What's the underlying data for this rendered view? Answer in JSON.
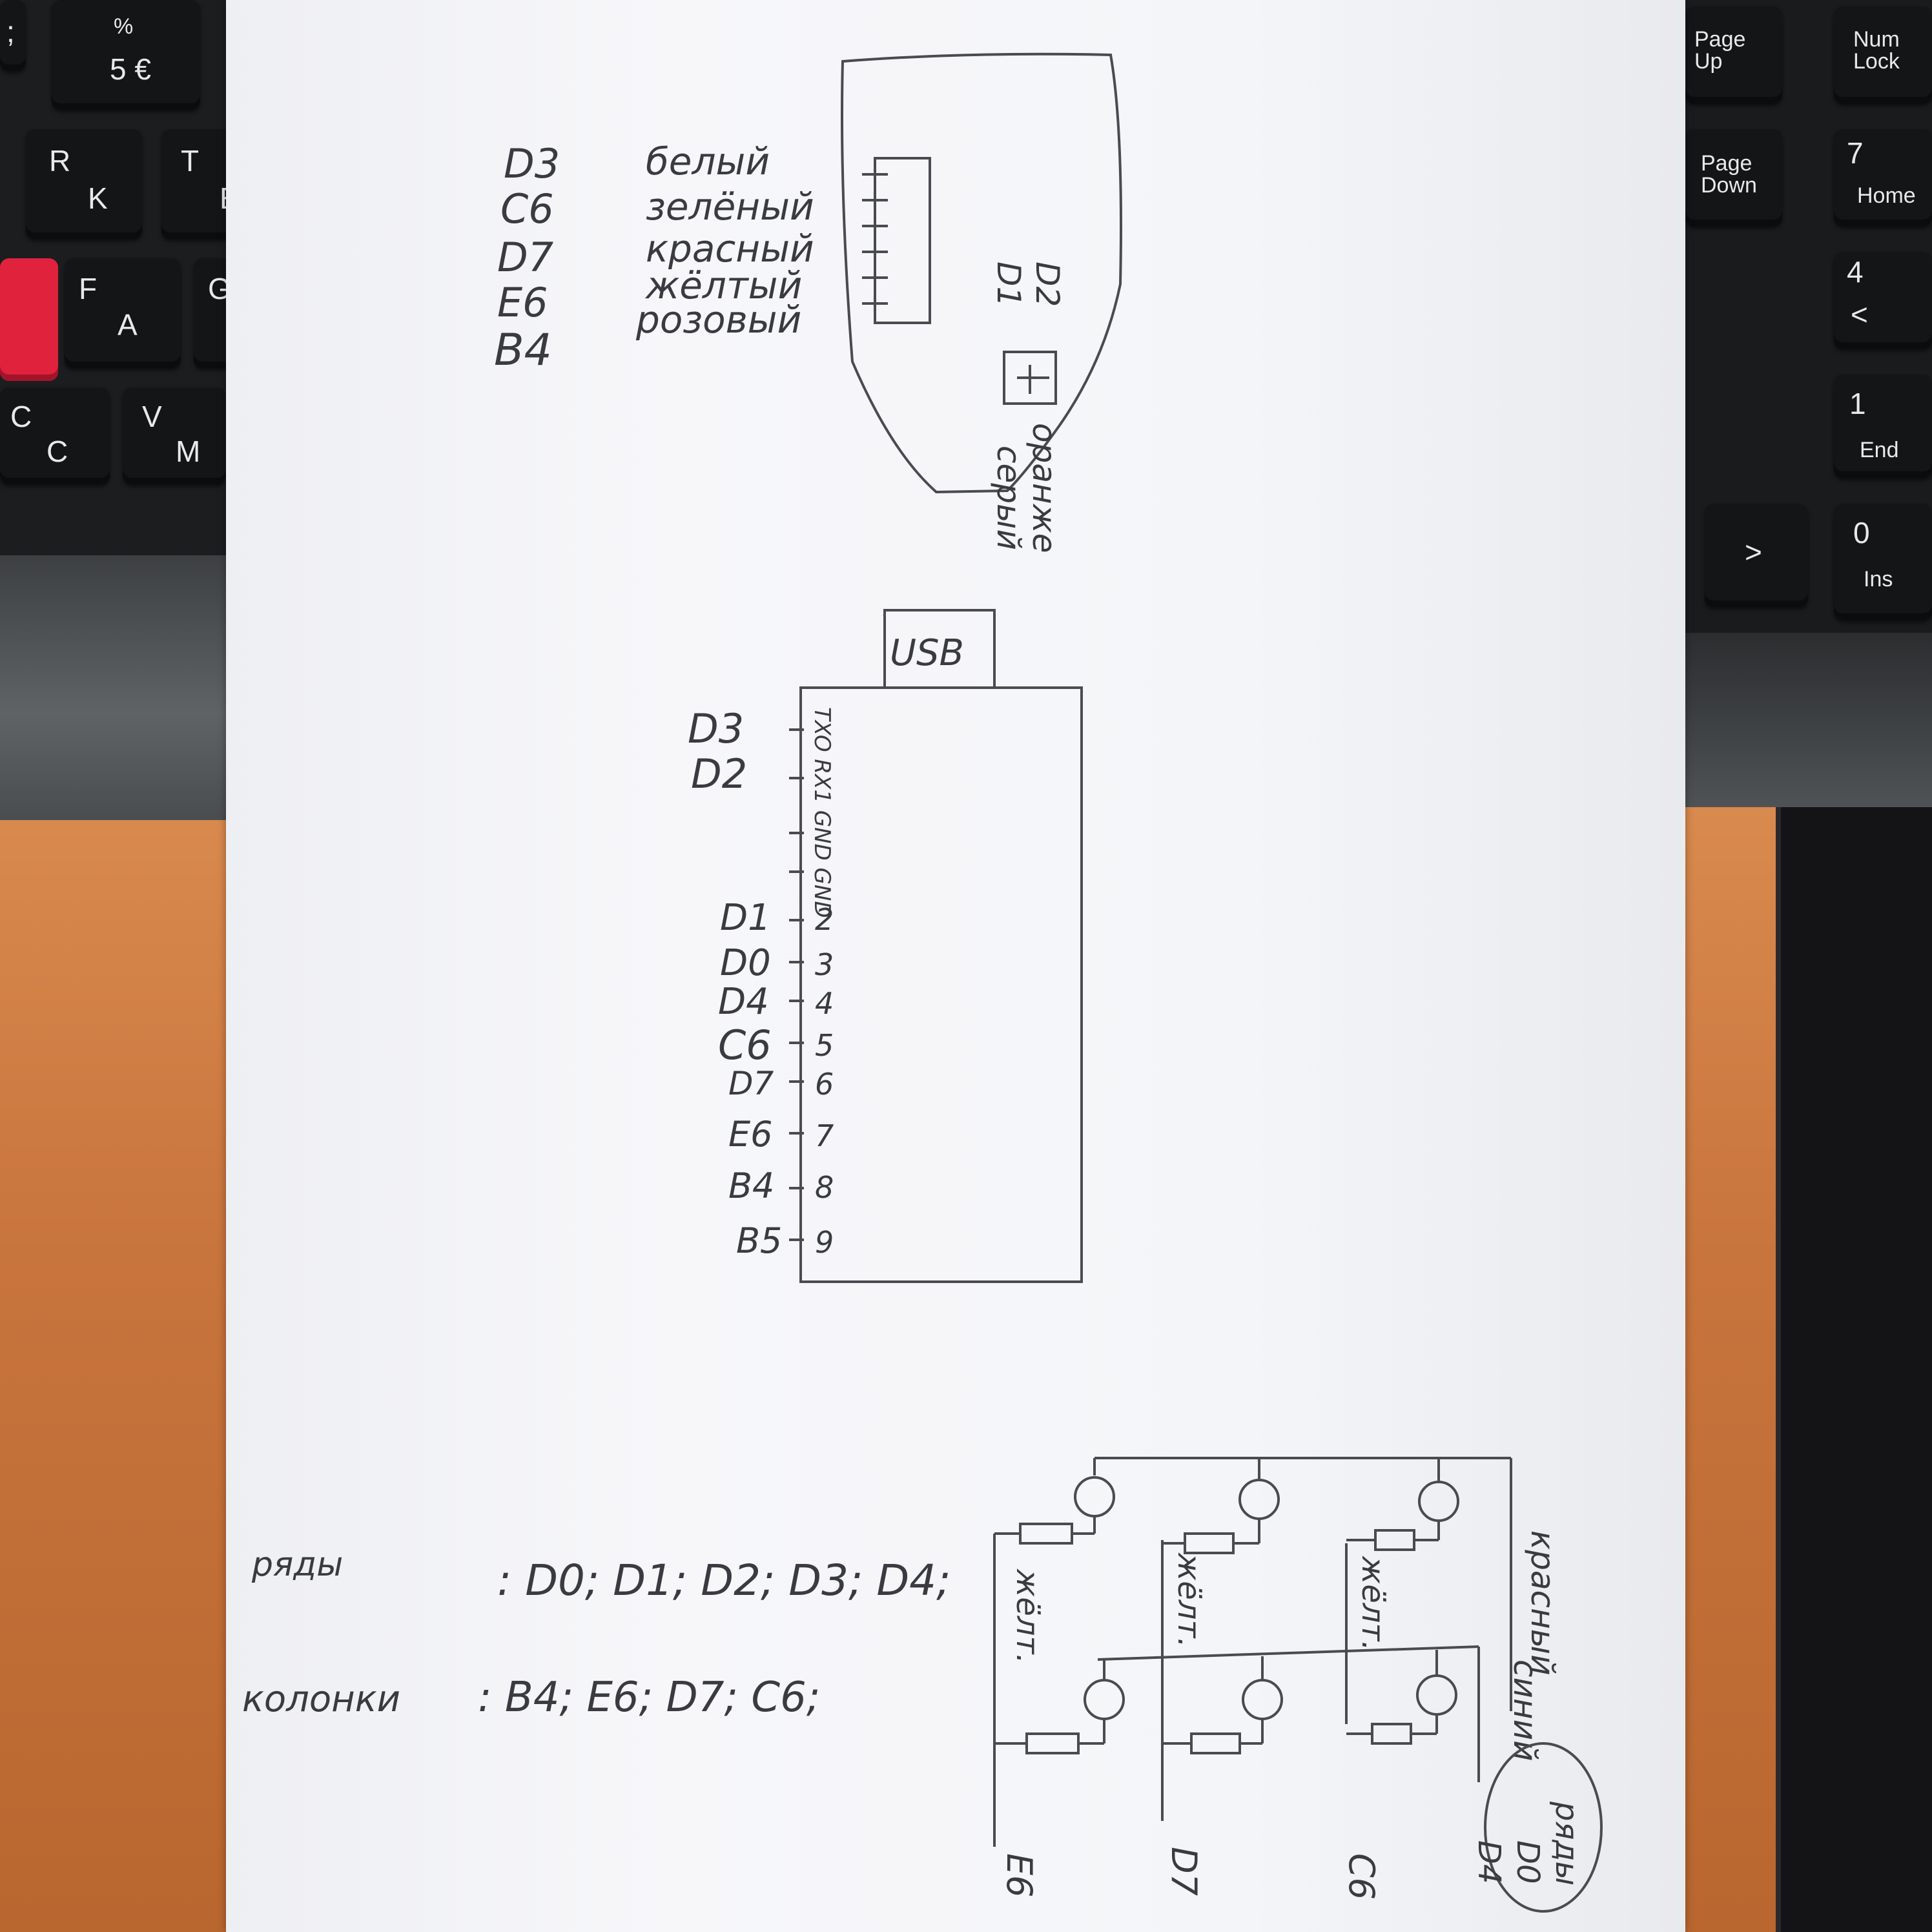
{
  "keyboard_left": {
    "keys": [
      {
        "main": ";",
        "sub": ""
      },
      {
        "main": "%",
        "sub": "5 €"
      },
      {
        "main": "R",
        "sub": "K"
      },
      {
        "main": "T",
        "sub": "E"
      },
      {
        "main": "F",
        "sub": "A"
      },
      {
        "main": "G",
        "sub": ""
      },
      {
        "main": "C",
        "sub": "C"
      },
      {
        "main": "V",
        "sub": "M"
      }
    ]
  },
  "keyboard_right": {
    "keys": [
      {
        "main": "Page Up",
        "sub": ""
      },
      {
        "main": "Num Lock",
        "sub": ""
      },
      {
        "main": "Page Down",
        "sub": ""
      },
      {
        "main": "7",
        "sub": "Home"
      },
      {
        "main": "4",
        "sub": "<"
      },
      {
        "main": "1",
        "sub": "End"
      },
      {
        "main": ">",
        "sub": ""
      },
      {
        "main": "0",
        "sub": "Ins"
      }
    ]
  },
  "sketch": {
    "wire_colors": [
      {
        "pin": "D3",
        "color": "белый"
      },
      {
        "pin": "C6",
        "color": "зелёный"
      },
      {
        "pin": "D7",
        "color": "красный"
      },
      {
        "pin": "E6",
        "color": "жёлтый"
      },
      {
        "pin": "B4",
        "color": "розовый"
      }
    ],
    "module": {
      "pins": [
        "D2",
        "D1"
      ],
      "wires": [
        "оранже",
        "серый"
      ]
    },
    "board": {
      "usb_label": "USB",
      "header_label": "TXO RX1 GND GND",
      "pin_map": [
        {
          "pin": "D3",
          "num": ""
        },
        {
          "pin": "D2",
          "num": ""
        },
        {
          "pin": "D1",
          "num": "2"
        },
        {
          "pin": "D0",
          "num": "3"
        },
        {
          "pin": "D4",
          "num": "4"
        },
        {
          "pin": "C6",
          "num": "5"
        },
        {
          "pin": "D7",
          "num": "6"
        },
        {
          "pin": "E6",
          "num": "7"
        },
        {
          "pin": "B4",
          "num": "8"
        },
        {
          "pin": "B5",
          "num": "9"
        }
      ]
    },
    "rows_label": "ряды",
    "rows_value": ": D0; D1; D2; D3; D4;",
    "cols_label": "колонки",
    "cols_value": ": B4; E6; D7; C6;",
    "matrix": {
      "wire_red": "красный",
      "wire_blue": "синий",
      "diode_wire_1": "жёлт.",
      "diode_wire_2": "жёлт.",
      "diode_wire_3": "жёлт.",
      "col_bottom": [
        "E6",
        "D7",
        "C6"
      ],
      "rows_note": [
        "ряды",
        "D0",
        "D4"
      ]
    }
  }
}
